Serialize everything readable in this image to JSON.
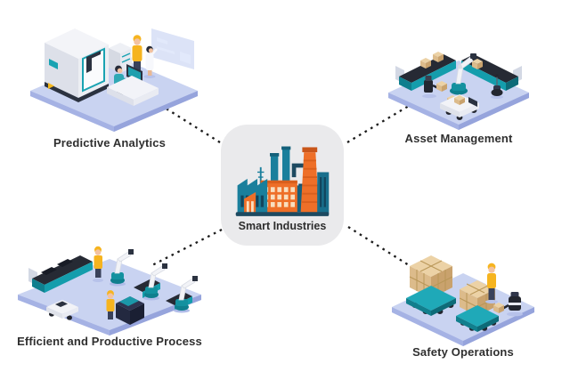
{
  "diagram": {
    "center": {
      "label": "Smart Industries",
      "icon": "factory-icon",
      "card_color": "#eaeaec"
    },
    "quadrants": [
      {
        "id": "predictive-analytics",
        "label": "Predictive Analytics",
        "position": "top-left",
        "scene": "cnc-machine-operator-dashboard"
      },
      {
        "id": "asset-management",
        "label": "Asset Management",
        "position": "top-right",
        "scene": "conveyors-robot-arm-agv"
      },
      {
        "id": "efficient-productive-process",
        "label": "Efficient and Productive Process",
        "position": "bottom-left",
        "scene": "robotic-assembly-line"
      },
      {
        "id": "safety-operations",
        "label": "Safety Operations",
        "position": "bottom-right",
        "scene": "cargo-carts-with-boxes"
      }
    ],
    "connector_style": "dashed",
    "colors": {
      "background": "#ffffff",
      "text": "#2f2f2f",
      "connector": "#1c1c1c",
      "factory_orange": "#ee6f28",
      "factory_teal": "#1a7f9c",
      "factory_navy": "#1d4a61",
      "platform_top": "#c9d3f1",
      "platform_side": "#a5b2e4",
      "conveyor_teal": "#149dac",
      "machine_dark": "#262a34",
      "box_tan": "#ecd2a6",
      "worker_yellow": "#f6b41f"
    }
  }
}
